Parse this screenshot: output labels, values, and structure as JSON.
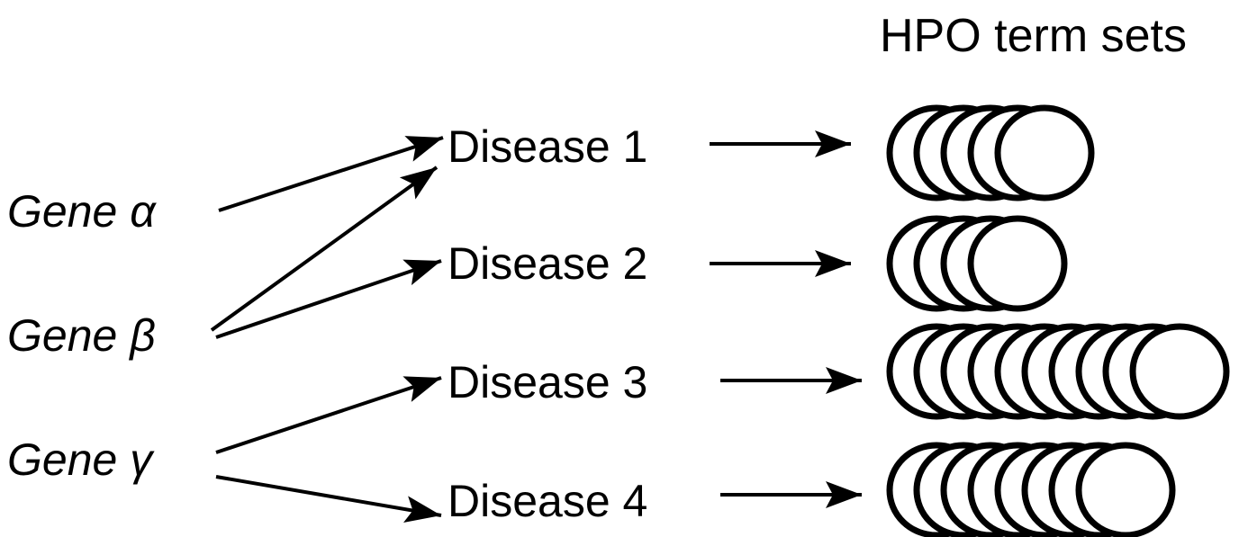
{
  "header": {
    "title": "HPO term sets"
  },
  "genes": [
    {
      "id": "alpha",
      "label": "Gene α"
    },
    {
      "id": "beta",
      "label": "Gene β"
    },
    {
      "id": "gamma",
      "label": "Gene γ"
    }
  ],
  "diseases": [
    {
      "id": "d1",
      "label": "Disease 1",
      "hpo_term_count": 5
    },
    {
      "id": "d2",
      "label": "Disease 2",
      "hpo_term_count": 4
    },
    {
      "id": "d3",
      "label": "Disease 3",
      "hpo_term_count": 10
    },
    {
      "id": "d4",
      "label": "Disease 4",
      "hpo_term_count": 8
    }
  ],
  "gene_disease_links": [
    {
      "from": "alpha",
      "to": "d1"
    },
    {
      "from": "beta",
      "to": "d1"
    },
    {
      "from": "beta",
      "to": "d2"
    },
    {
      "from": "gamma",
      "to": "d3"
    },
    {
      "from": "gamma",
      "to": "d4"
    }
  ],
  "colors": {
    "stroke": "#000000",
    "fill": "#ffffff",
    "background": "#ffffff"
  }
}
